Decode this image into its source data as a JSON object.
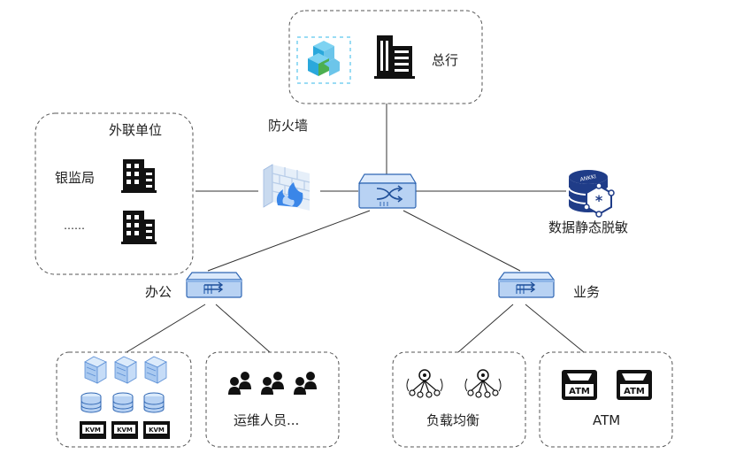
{
  "headquarters": {
    "label": "总行"
  },
  "firewall": {
    "label": "防火墙"
  },
  "external": {
    "title": "外联单位",
    "items": [
      "银监局",
      "……"
    ]
  },
  "masking": {
    "label": "数据静态脱敏",
    "badge": "ANKKI"
  },
  "office": {
    "label": "办公"
  },
  "business": {
    "label": "业务"
  },
  "kvm": {
    "label": "KVM"
  },
  "ops": {
    "label": "运维人员..."
  },
  "loadbalance": {
    "label": "负载均衡"
  },
  "atm": {
    "label": "ATM",
    "screen_text": "ATM"
  },
  "colors": {
    "line": "#333333",
    "box_border": "#555555",
    "switch_top": "#dbe9fb",
    "switch_front": "#b8d2f3",
    "switch_stroke": "#2f66b3",
    "icon_dark": "#111111",
    "cyan": "#35b8e8"
  }
}
